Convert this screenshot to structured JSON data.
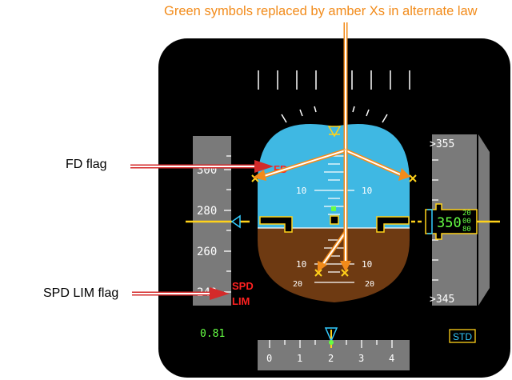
{
  "annotations": {
    "top": "Green symbols replaced by amber Xs in alternate law",
    "fd_flag_pointer": "FD flag",
    "spd_lim_pointer": "SPD LIM flag"
  },
  "speed_tape": {
    "ticks": [
      "300",
      "280",
      "260",
      "240"
    ],
    "mach": "0.81",
    "flag_line1": "SPD",
    "flag_line2": "LIM"
  },
  "fd_flag": "FD",
  "pitch_scale": {
    "upper_left": "10",
    "upper_right": "10",
    "lower_left": "10",
    "lower_right": "10",
    "bottom_left": "20",
    "bottom_right": "20"
  },
  "altitude_tape": {
    "top": ">355",
    "bottom": ">345",
    "current_main": "350",
    "current_small": [
      "20",
      "00",
      "80"
    ],
    "baro_mode": "STD"
  },
  "heading_scale": {
    "labels": [
      "0",
      "1",
      "2",
      "3",
      "4"
    ]
  },
  "colors": {
    "sky": "#3fb8e3",
    "ground": "#6e3a12",
    "frame": "#000000",
    "tape": "#7a7a7a",
    "amber": "#ffd21a",
    "annotation": "#f28b1a"
  }
}
